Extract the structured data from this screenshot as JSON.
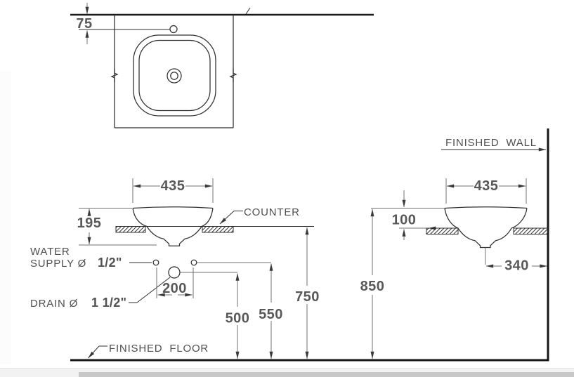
{
  "drawing": {
    "type": "counter-top washbasin installation diagram",
    "dims": {
      "faucet_to_wall": "75",
      "front_width": "435",
      "front_height": "195",
      "supply_spacing": "200",
      "drain_height": "500",
      "supply_height": "550",
      "counter_height": "750",
      "rim_height": "850",
      "side_width": "435",
      "rim_above_counter": "100",
      "drain_to_wall": "340"
    },
    "labels": {
      "counter": "COUNTER",
      "finished_wall": "FINISHED WALL",
      "finished_floor": "FINISHED FLOOR",
      "water_supply_1": "WATER",
      "water_supply_2": "SUPPLY Ø",
      "water_supply_size": "1/2\"",
      "drain": "DRAIN Ø",
      "drain_size": "1 1/2\""
    },
    "colors": {
      "object_line": "#2f2f2f",
      "dimension_line": "#707070",
      "text": "#585858",
      "thick_line": "#151515",
      "scroll_track": "#f2f2f2",
      "scroll_thumb": "#c8c8c8"
    }
  }
}
